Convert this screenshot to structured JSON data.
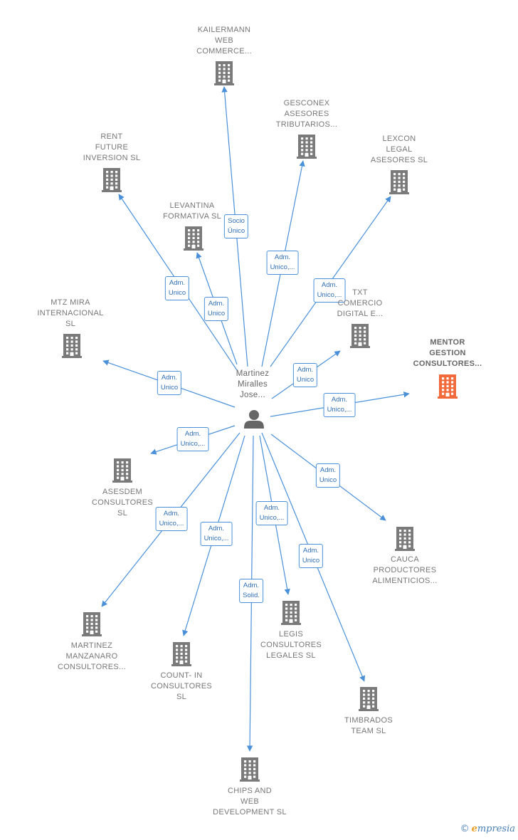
{
  "person": {
    "name_lines": [
      "Martinez",
      "Miralles",
      "Jose..."
    ],
    "icon": "person-icon"
  },
  "colors": {
    "edge": "#4a90d9",
    "building": "#7a7a7a",
    "focal_building": "#f26a3b",
    "person": "#666666"
  },
  "companies": [
    {
      "id": "kailermann",
      "lines": [
        "KAILERMANN",
        "WEB",
        "COMMERCE..."
      ],
      "focal": false,
      "role": [
        "Socio",
        "Único"
      ]
    },
    {
      "id": "gesconex",
      "lines": [
        "GESCONEX",
        "ASESORES",
        "TRIBUTARIOS..."
      ],
      "focal": false,
      "role": [
        "Adm.",
        "Unico,..."
      ]
    },
    {
      "id": "lexcon",
      "lines": [
        "LEXCON",
        "LEGAL",
        "ASESORES  SL"
      ],
      "focal": false,
      "role": [
        "Adm.",
        "Unico,..."
      ]
    },
    {
      "id": "rent-future",
      "lines": [
        "RENT",
        "FUTURE",
        "INVERSION  SL"
      ],
      "focal": false,
      "role": [
        "Adm.",
        "Unico"
      ]
    },
    {
      "id": "levantina",
      "lines": [
        "LEVANTINA",
        "FORMATIVA  SL"
      ],
      "focal": false,
      "role": [
        "Adm.",
        "Unico"
      ]
    },
    {
      "id": "txt-comercio",
      "lines": [
        "TXT",
        "COMERCIO",
        "DIGITAL E..."
      ],
      "focal": false,
      "role": [
        "Adm.",
        "Unico"
      ]
    },
    {
      "id": "mtz-mira",
      "lines": [
        "MTZ MIRA",
        "INTERNACIONAL",
        "SL"
      ],
      "focal": false,
      "role": [
        "Adm.",
        "Unico"
      ]
    },
    {
      "id": "mentor",
      "lines": [
        "MENTOR",
        "GESTION",
        "CONSULTORES..."
      ],
      "focal": true,
      "role": [
        "Adm.",
        "Unico,..."
      ]
    },
    {
      "id": "asesdem",
      "lines": [
        "ASESDEM",
        "CONSULTORES",
        "SL"
      ],
      "focal": false,
      "role": [
        "Adm.",
        "Unico,..."
      ]
    },
    {
      "id": "cauca",
      "lines": [
        "CAUCA",
        "PRODUCTORES",
        "ALIMENTICIOS..."
      ],
      "focal": false,
      "role": [
        "Adm.",
        "Unico"
      ]
    },
    {
      "id": "martinez-manzanaro",
      "lines": [
        "MARTINEZ",
        "MANZANARO",
        "CONSULTORES..."
      ],
      "focal": false,
      "role": [
        "Adm.",
        "Unico,..."
      ]
    },
    {
      "id": "count-in",
      "lines": [
        "COUNT- IN",
        "CONSULTORES",
        "SL"
      ],
      "focal": false,
      "role": [
        "Adm.",
        "Unico,..."
      ]
    },
    {
      "id": "legis",
      "lines": [
        "LEGIS",
        "CONSULTORES",
        "LEGALES  SL"
      ],
      "focal": false,
      "role": [
        "Adm.",
        "Unico,..."
      ]
    },
    {
      "id": "timbrados",
      "lines": [
        "TIMBRADOS",
        "TEAM  SL"
      ],
      "focal": false,
      "role": [
        "Adm.",
        "Unico"
      ]
    },
    {
      "id": "chips",
      "lines": [
        "CHIPS AND",
        "WEB",
        "DEVELOPMENT SL"
      ],
      "focal": false,
      "role": [
        "Adm.",
        "Solid."
      ]
    }
  ],
  "watermark": {
    "copyright": "©",
    "brand_initial": "e",
    "brand_rest": "mpresia"
  }
}
